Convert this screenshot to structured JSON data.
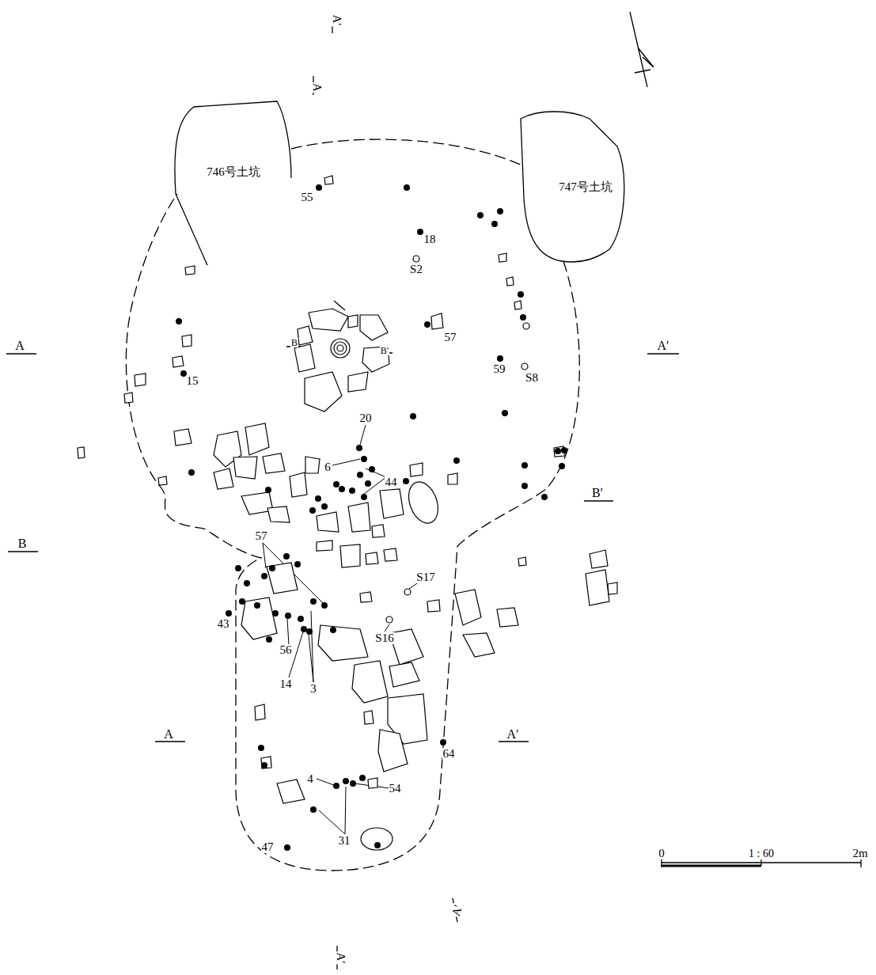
{
  "diagram": {
    "nodes": [
      {
        "text": [
          "746号土坑"
        ]
      },
      {
        "text": [
          "747号土坑"
        ]
      }
    ],
    "labels": [
      "A′",
      "A",
      "A",
      "A′",
      "B",
      "B′",
      "55",
      "18",
      "S2",
      "57",
      "59",
      "S8",
      "15",
      "20",
      "6",
      "44",
      "B′",
      "B",
      "57",
      "S17",
      "43",
      "S16",
      "56",
      "14",
      "3",
      "A",
      "A′",
      "64",
      "4",
      "54",
      "31",
      "47",
      "A′",
      "A′",
      "0",
      "1 : 60",
      "2m"
    ]
  }
}
